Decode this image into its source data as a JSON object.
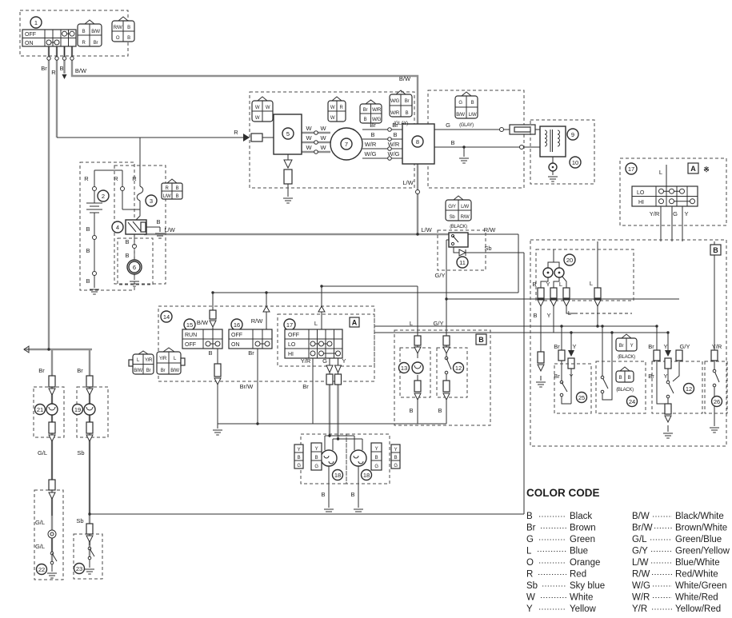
{
  "legend": {
    "title": "COLOR CODE",
    "left": [
      {
        "code": "B",
        "name": "Black"
      },
      {
        "code": "Br",
        "name": "Brown"
      },
      {
        "code": "G",
        "name": "Green"
      },
      {
        "code": "L",
        "name": "Blue"
      },
      {
        "code": "O",
        "name": "Orange"
      },
      {
        "code": "R",
        "name": "Red"
      },
      {
        "code": "Sb",
        "name": "Sky blue"
      },
      {
        "code": "W",
        "name": "White"
      },
      {
        "code": "Y",
        "name": "Yellow"
      }
    ],
    "right": [
      {
        "code": "B/W",
        "name": "Black/White"
      },
      {
        "code": "Br/W",
        "name": "Brown/White"
      },
      {
        "code": "G/L",
        "name": "Green/Blue"
      },
      {
        "code": "G/Y",
        "name": "Green/Yellow"
      },
      {
        "code": "L/W",
        "name": "Blue/White"
      },
      {
        "code": "R/W",
        "name": "Red/White"
      },
      {
        "code": "W/G",
        "name": "White/Green"
      },
      {
        "code": "W/R",
        "name": "White/Red"
      },
      {
        "code": "Y/R",
        "name": "Yellow/Red"
      }
    ]
  },
  "circled": {
    "no1": "1",
    "no2": "2",
    "no3": "3",
    "no4": "4",
    "no5": "5",
    "no6": "6",
    "no7": "7",
    "no8": "8",
    "no9": "9",
    "no10": "10",
    "no11": "11",
    "no12a": "12",
    "no12b": "12",
    "no13": "13",
    "no14": "14",
    "no15": "15",
    "no16": "16",
    "no17a": "17",
    "no17b": "17",
    "no18a": "18",
    "no18b": "18",
    "no19": "19",
    "no20": "20",
    "no21": "21",
    "no22": "22",
    "no23": "23",
    "no24": "24",
    "no25": "25",
    "no26": "26"
  },
  "boxes": {
    "a": "A",
    "b": "B",
    "star": "※"
  },
  "tables": {
    "ignition": {
      "rows": [
        "OFF",
        "ON"
      ]
    },
    "stop": {
      "rows": [
        "RUN",
        "OFF"
      ]
    },
    "lights": {
      "rows": [
        "OFF",
        "ON"
      ]
    },
    "dimmer": {
      "rows": [
        "OFF",
        "LO",
        "HI"
      ]
    },
    "dimmer_alt": {
      "rows": [
        "LO",
        "HI"
      ]
    }
  },
  "connectors": {
    "ign_a": [
      "B",
      "B/W",
      "R",
      "Br"
    ],
    "ign_b": [
      "R/W",
      "B",
      "O",
      "B"
    ],
    "cdi_w": [
      "W",
      "W",
      "W"
    ],
    "mag_top": [
      "W",
      "R",
      "W"
    ],
    "mag_4": [
      "Br",
      "W/R",
      "B",
      "W/G"
    ],
    "glay1": {
      "cells": [
        "W/G",
        "Br",
        "W/R",
        "B"
      ],
      "label": "(GLAY)"
    },
    "glay2": {
      "cells": [
        "G",
        "B",
        "B/W",
        "L/W"
      ],
      "label": "(GLAY)"
    },
    "black1": {
      "cells": [
        "G/Y",
        "L/W",
        "Sb",
        "R/W"
      ],
      "label": "(BLACK)"
    },
    "bat": [
      "R",
      "B",
      "L/W",
      "B"
    ],
    "bar_l": [
      "L",
      "Y/R",
      "B/W",
      "Br"
    ],
    "bar_r": [
      "Y/R",
      "L",
      "Br",
      "B/W"
    ],
    "black2": {
      "cells": [
        "Br",
        "Y"
      ],
      "label": "(BLACK)"
    },
    "black3": {
      "cells": [
        "B",
        "B"
      ],
      "label": "(BLACK)"
    },
    "head": [
      "Y",
      "B",
      "G"
    ]
  },
  "wire_labels": [
    "Br",
    "R",
    "B",
    "B/W",
    "B/W",
    "R",
    "W",
    "W",
    "W",
    "W",
    "W",
    "W",
    "Br",
    "Br",
    "B",
    "B",
    "W/R",
    "W/R",
    "W/G",
    "W/G",
    "G",
    "B",
    "L/W",
    "L",
    "Y/R",
    "G",
    "Y",
    "R",
    "R",
    "R",
    "B",
    "B",
    "B",
    "B",
    "L/W",
    "B",
    "B",
    "L/W",
    "R/W",
    "Sb",
    "G/Y",
    "B/W",
    "B",
    "R/W",
    "Br",
    "L",
    "Y/R",
    "G",
    "Y",
    "Br/W",
    "Br",
    "L",
    "G/Y",
    "B",
    "B",
    "B",
    "B",
    "Br",
    "Br",
    "G/L",
    "Sb",
    "G/L",
    "G/L",
    "Sb",
    "B",
    "Y",
    "L",
    "B",
    "Y",
    "L",
    "L",
    "Br",
    "Y",
    "Br",
    "Y",
    "Br",
    "Y",
    "G/Y",
    "Br",
    "Y",
    "Y/R"
  ]
}
